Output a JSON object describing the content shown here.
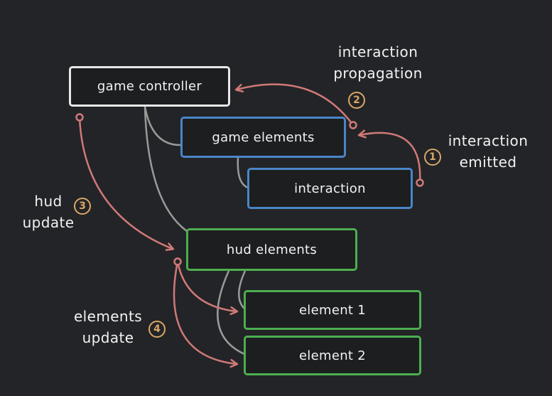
{
  "colors": {
    "background": "#232427",
    "controller_border": "#e8e8e8",
    "game_border": "#4a86c8",
    "hud_border": "#4caf50",
    "arrow": "#d07a78",
    "connector": "#9a9a9a",
    "badge": "#d9a766"
  },
  "nodes": {
    "game_controller": "game controller",
    "game_elements": "game elements",
    "interaction": "interaction",
    "hud_elements": "hud elements",
    "element_1": "element 1",
    "element_2": "element 2"
  },
  "annotations": {
    "propagation": {
      "line1": "interaction",
      "line2": "propagation",
      "badge": "2"
    },
    "emitted": {
      "line1": "interaction",
      "line2": "emitted",
      "badge": "1"
    },
    "hud_update": {
      "line1": "hud",
      "line2": "update",
      "badge": "3"
    },
    "elements_update": {
      "line1": "elements",
      "line2": "update",
      "badge": "4"
    }
  }
}
